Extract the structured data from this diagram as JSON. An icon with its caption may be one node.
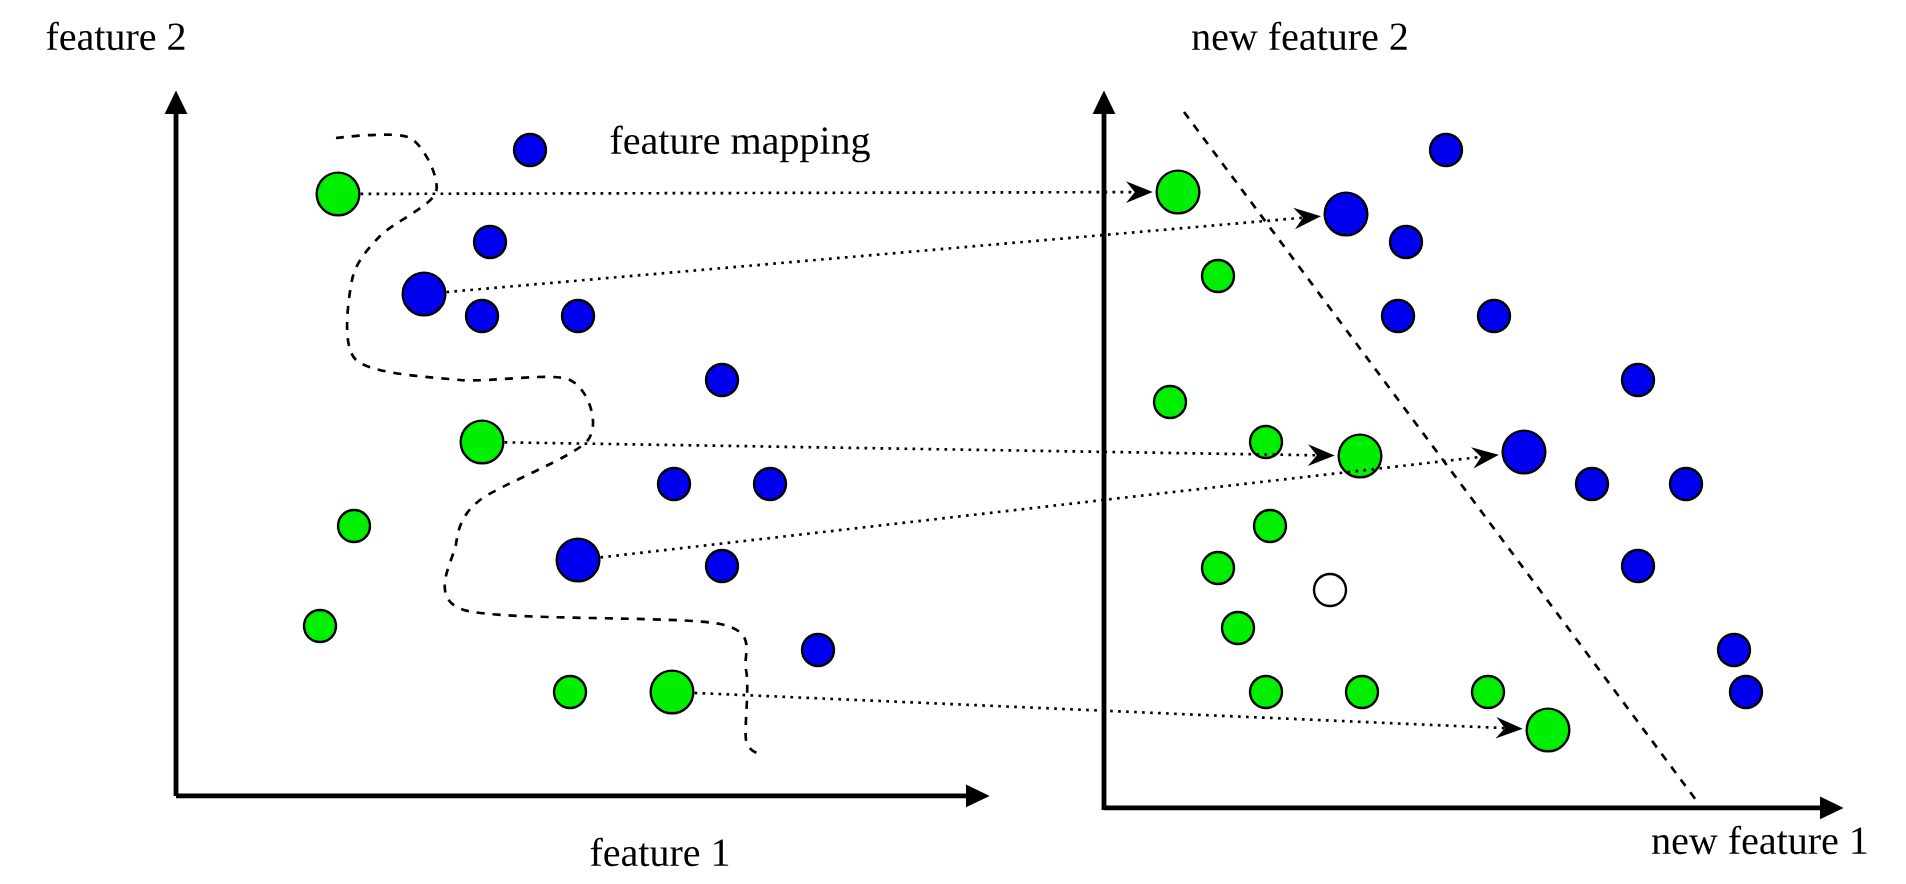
{
  "diagram": {
    "nodes": [
      {
        "text": [],
        "shape": "circle"
      },
      {
        "text": [],
        "shape": "circle"
      },
      {
        "text": [],
        "shape": "circle"
      },
      {
        "text": [],
        "shape": "circle"
      },
      {
        "text": [],
        "shape": "circle"
      },
      {
        "text": [],
        "shape": "circle"
      },
      {
        "text": [],
        "shape": "circle"
      },
      {
        "text": [],
        "shape": "circle"
      },
      {
        "text": [],
        "shape": "circle"
      },
      {
        "text": [],
        "shape": "circle"
      }
    ],
    "edges": [
      {
        "from": 0,
        "to": 5,
        "arrow": "to"
      },
      {
        "from": 1,
        "to": 6,
        "arrow": "to"
      },
      {
        "from": 2,
        "to": 7,
        "arrow": "to"
      },
      {
        "from": 3,
        "to": 8,
        "arrow": "to"
      },
      {
        "from": 4,
        "to": 9,
        "arrow": "to"
      }
    ],
    "labels": [
      "feature 2",
      "new feature 2",
      "feature mapping",
      "feature 1",
      "new feature 1"
    ]
  }
}
